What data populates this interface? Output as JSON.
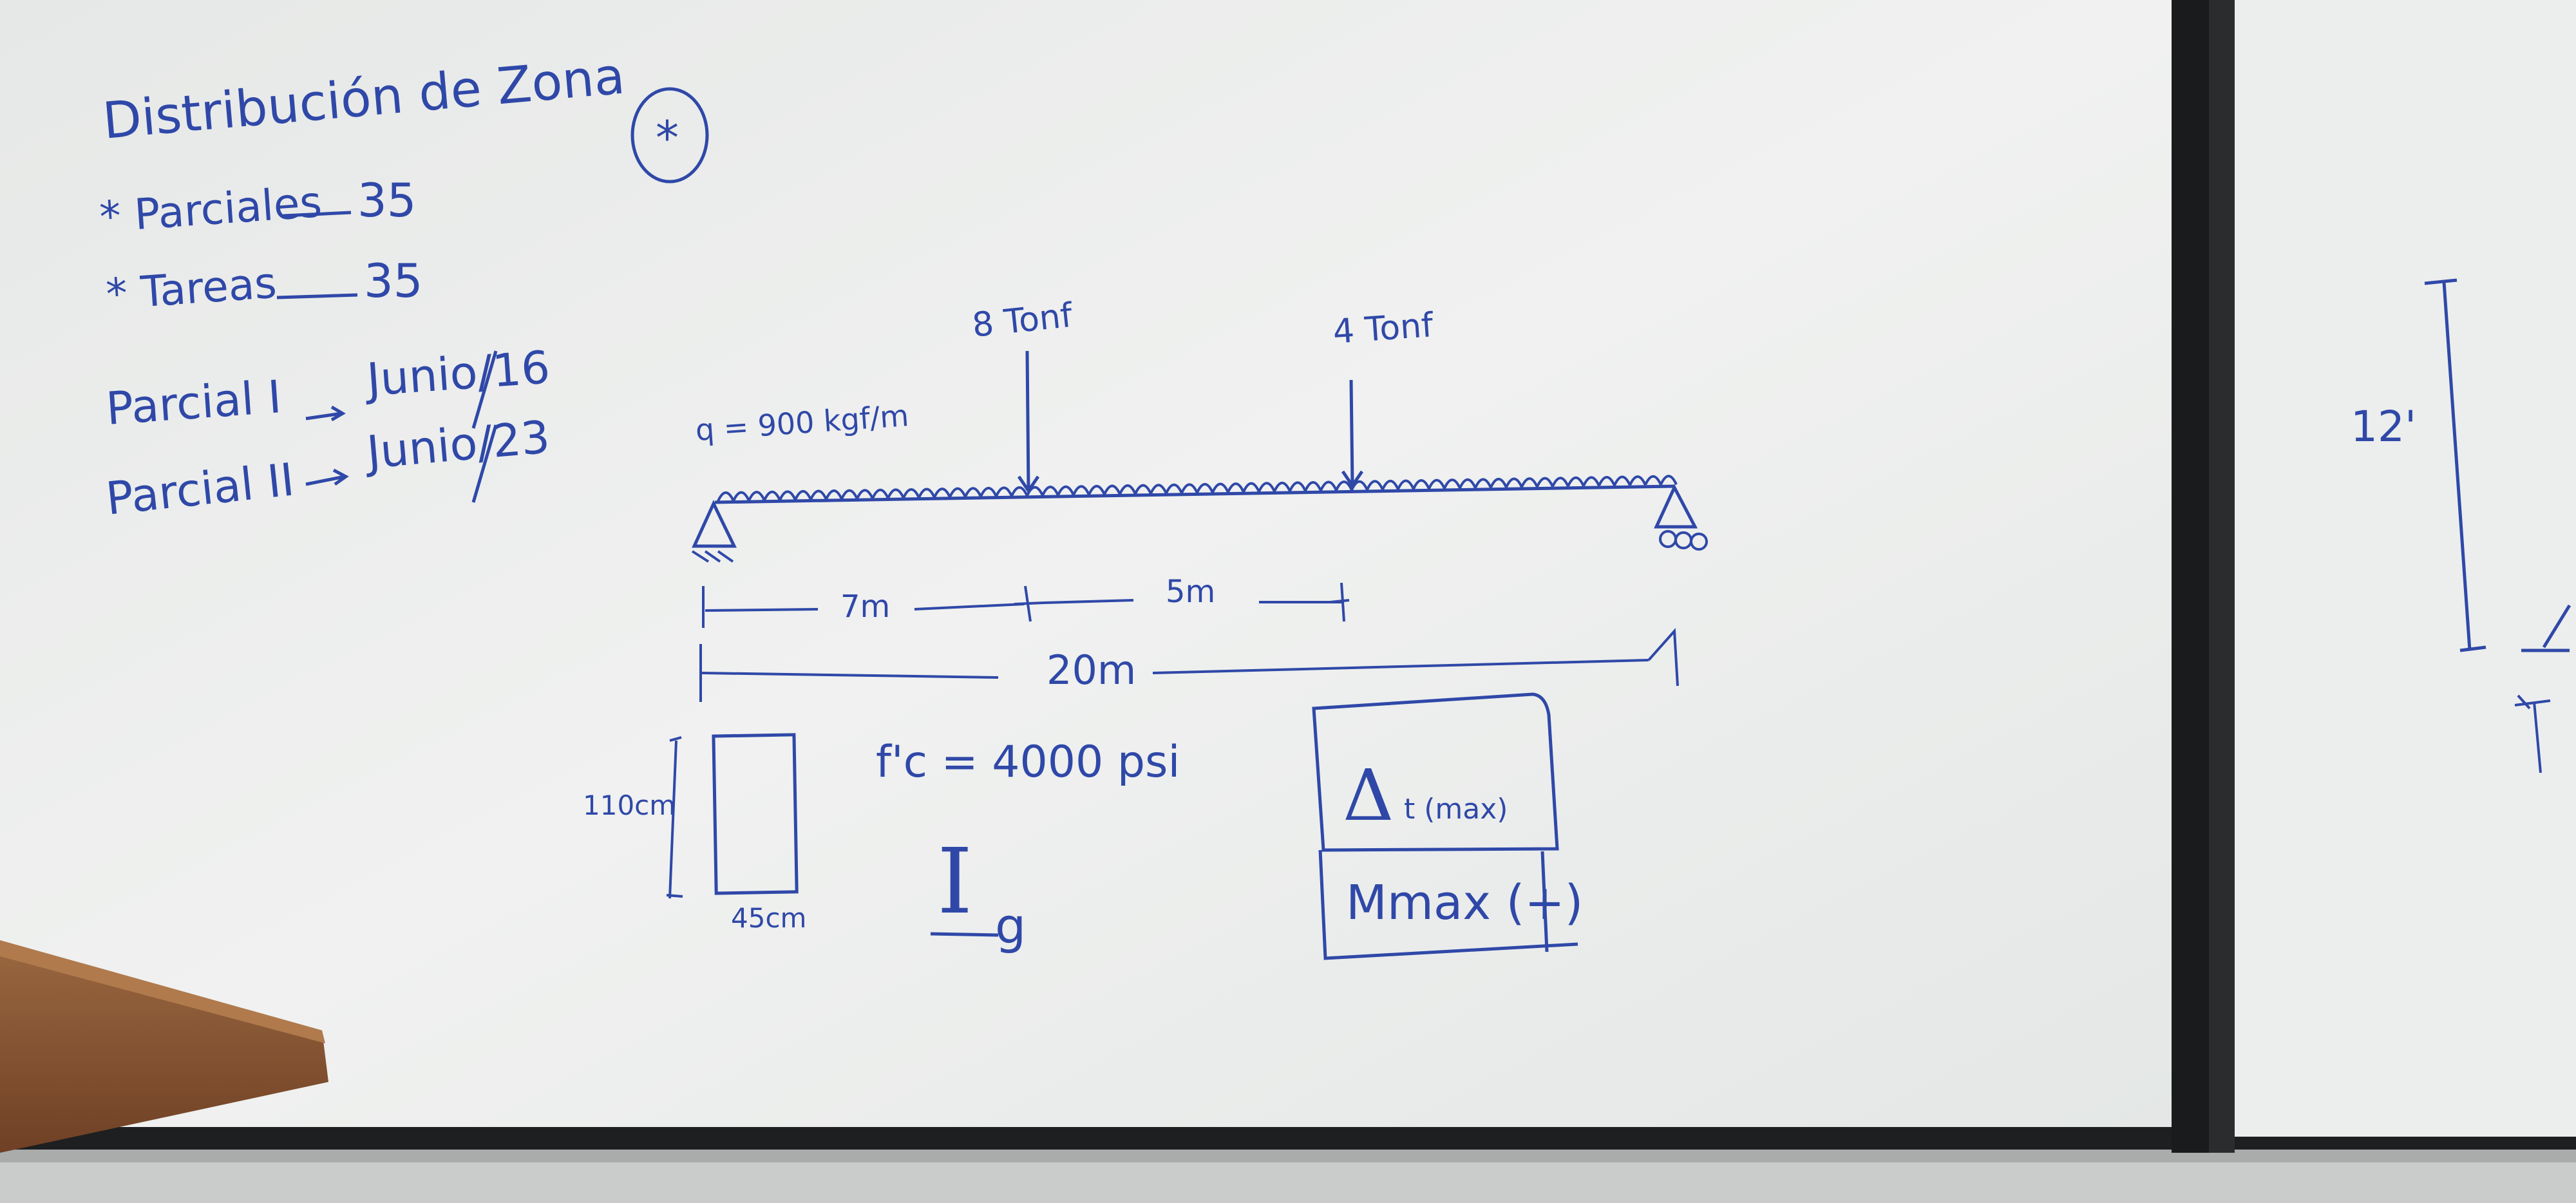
{
  "colors": {
    "marker": "#2f48a8",
    "board": "#eceeed",
    "board_shadow": "#dfe2e1",
    "frame": "#1a1b1d",
    "wood": "#8a5532",
    "floor": "#cfd2d0"
  },
  "board_left": {
    "header": {
      "title": "Distribución de Zona",
      "circled_mark": "*",
      "items": [
        {
          "label": "* Parciales",
          "value": "35"
        },
        {
          "label": "* Tareas",
          "value": "35"
        }
      ]
    },
    "exams": [
      {
        "name": "Parcial I",
        "date": "Junio/16"
      },
      {
        "name": "Parcial II",
        "date": "Junio/23"
      }
    ],
    "beam_problem": {
      "point_loads": [
        {
          "label": "8 Tonf",
          "position_m": 7
        },
        {
          "label": "4 Tonf",
          "position_m": 12
        }
      ],
      "distributed_load": "q = 900 kgf/m",
      "dimensions": {
        "segment_1": "7m",
        "segment_2": "5m",
        "total": "20m"
      },
      "section": {
        "height": "110cm",
        "width": "45cm"
      },
      "concrete": "f'c = 4000 psi",
      "moment_of_inertia": "I",
      "moment_of_inertia_sub": "g",
      "answers": {
        "deflection": "Δ",
        "deflection_sub": "t (max)",
        "moment": "Mmax (+)"
      }
    }
  },
  "board_right": {
    "dimension_label": "12'"
  }
}
